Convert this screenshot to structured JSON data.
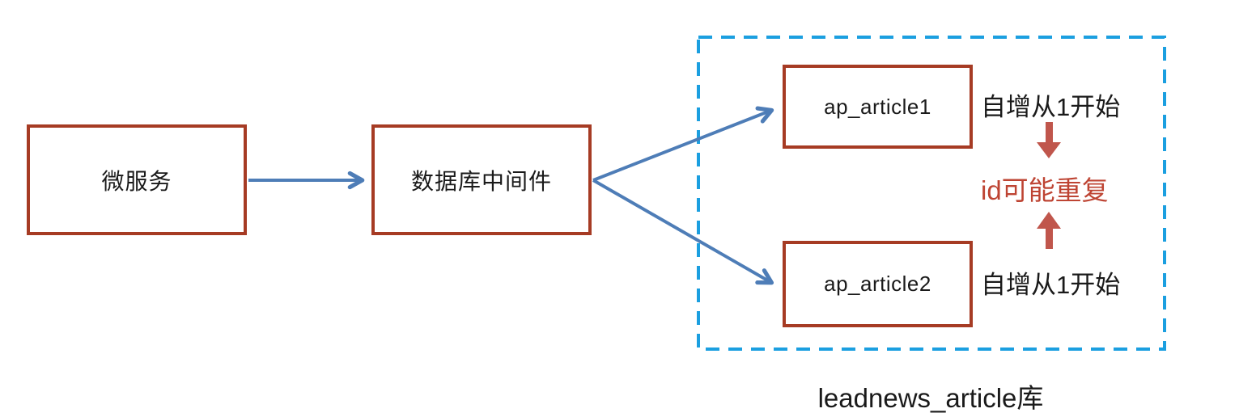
{
  "diagram": {
    "nodes": {
      "microservice": {
        "label": "微服务"
      },
      "middleware": {
        "label": "数据库中间件"
      },
      "article1": {
        "label": "ap_article1"
      },
      "article2": {
        "label": "ap_article2"
      }
    },
    "annotations": {
      "auto_increment_1": "自增从1开始",
      "auto_increment_2": "自增从1开始",
      "id_duplicate": "id可能重复",
      "database_label": "leadnews_article库"
    },
    "colors": {
      "box_border": "#A63B24",
      "blue_arrow": "#4E7DB7",
      "dashed_border": "#1B9FE0",
      "red_accent": "#C0564C",
      "red_text": "#BE4433"
    }
  }
}
